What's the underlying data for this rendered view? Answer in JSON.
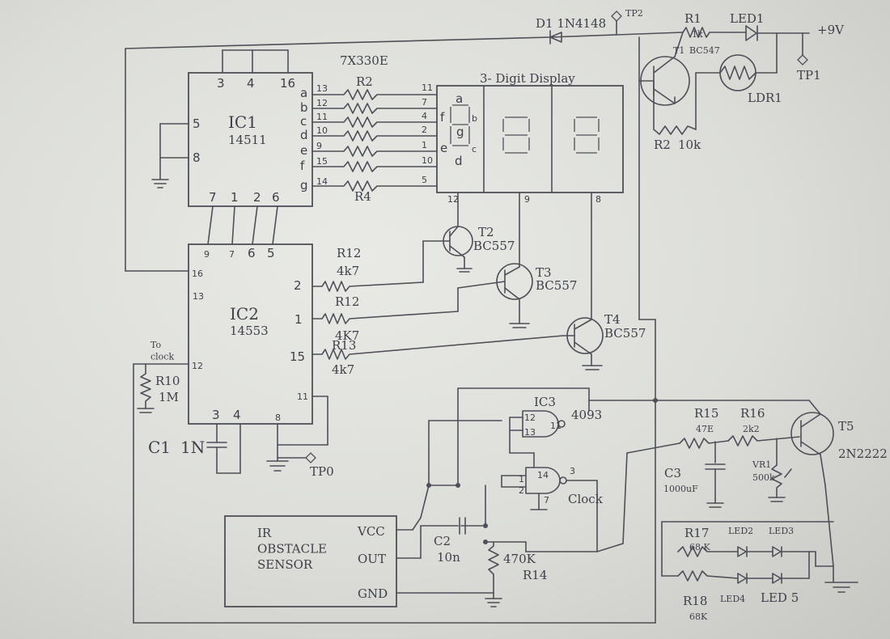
{
  "ic1": {
    "name": "IC1",
    "part": "14511",
    "pins_top": [
      "3",
      "4",
      "16"
    ],
    "pins_left": [
      "5",
      "8"
    ],
    "seg_labels": [
      "a",
      "b",
      "c",
      "d",
      "e",
      "f",
      "g"
    ],
    "seg_pins": [
      "13",
      "12",
      "11",
      "10",
      "9",
      "15",
      "14"
    ],
    "pins_bottom": [
      "7",
      "1",
      "2",
      "6"
    ]
  },
  "resistor_net": {
    "label": "7X330E",
    "r_top": "R2",
    "r_bottom": "R4"
  },
  "display": {
    "title": "3- Digit Display",
    "disp_pins": [
      "11",
      "7",
      "4",
      "2",
      "1",
      "10",
      "5"
    ],
    "seg_a": "a",
    "seg_b": "b",
    "seg_f": "f",
    "seg_g": "g",
    "seg_e": "e",
    "seg_c": "c",
    "seg_d": "d",
    "common_pins": [
      "12",
      "9",
      "8"
    ]
  },
  "ic2": {
    "name": "IC2",
    "part": "14553",
    "pins_top": [
      "9",
      "7",
      "6",
      "5"
    ],
    "pin16": "16",
    "pin13": "13",
    "pin12": "12",
    "pin2": "2",
    "pin1": "1",
    "pin15": "15",
    "pin11": "11",
    "pins_bottom": [
      "3",
      "4",
      "8"
    ]
  },
  "r12a": {
    "name": "R12",
    "value": "4k7"
  },
  "r12b": {
    "name": "R12",
    "value": "4K7"
  },
  "r13": {
    "name": "R13",
    "value": "4k7"
  },
  "t2": {
    "name": "T2",
    "part": "BC557"
  },
  "t3": {
    "name": "T3",
    "part": "BC557"
  },
  "t4": {
    "name": "T4",
    "part": "BC557"
  },
  "to_clock": "To\nclock",
  "r10": {
    "name": "R10",
    "value": "1M"
  },
  "c1": {
    "name": "C1",
    "value": "1N"
  },
  "tp0": "TP0",
  "d1": "D1 1N4148",
  "tp2": "TP2",
  "r1": {
    "name": "R1",
    "value": "1k"
  },
  "led1": "LED1",
  "supply": "+9V",
  "tp1": "TP1",
  "t1": {
    "name": "T1",
    "part": "BC547"
  },
  "ldr1": "LDR1",
  "r2": {
    "name": "R2",
    "value": "10k"
  },
  "ic3": {
    "name": "IC3",
    "part": "4093",
    "pins": [
      "12",
      "13",
      "11",
      "14",
      "1",
      "2",
      "3",
      "7"
    ]
  },
  "clock_label": "Clock",
  "c2": {
    "name": "C2",
    "value": "10n"
  },
  "r14": {
    "name": "R14",
    "value": "470K"
  },
  "sensor": {
    "title": "IR\nOBSTACLE\nSENSOR",
    "vcc": "VCC",
    "out": "OUT",
    "gnd": "GND"
  },
  "r15": {
    "name": "R15",
    "value": "47E"
  },
  "r16": {
    "name": "R16",
    "value": "2k2"
  },
  "t5": {
    "name": "T5",
    "part": "2N2222"
  },
  "c3": {
    "name": "C3",
    "value": "1000uF"
  },
  "vr1": {
    "name": "VR1",
    "value": "500k"
  },
  "r17": {
    "name": "R17",
    "value": "68 K"
  },
  "r18": {
    "name": "R18",
    "value": "68K"
  },
  "led2": "LED2",
  "led3": "LED3",
  "led4": "LED4",
  "led5": "LED 5"
}
